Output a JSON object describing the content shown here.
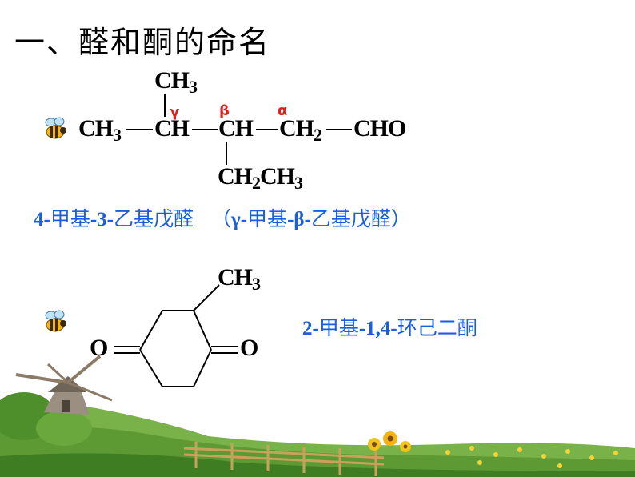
{
  "slide": {
    "title": "一、醛和酮的命名"
  },
  "structure1": {
    "top_group": "CH",
    "top_sub": "3",
    "main_ch3": "CH",
    "main_ch3_sub": "3",
    "ch_1": "CH",
    "ch_2": "CH",
    "ch2": "CH",
    "ch2_sub": "2",
    "cho": "CHO",
    "bottom_ch2": "CH",
    "bottom_ch2_sub": "2",
    "bottom_ch3": "CH",
    "bottom_ch3_sub": "3",
    "gamma": "γ",
    "beta": "β",
    "alpha": "α",
    "name_num1": "4-",
    "name_part1": "甲基",
    "name_num2": "-3-",
    "name_part2": "乙基戊醛",
    "name_paren_open": "（",
    "name_gamma": "γ-",
    "name_part3": "甲基",
    "name_beta": "-β-",
    "name_part4": "乙基戊醛",
    "name_paren_close": "）"
  },
  "structure2": {
    "ch3": "CH",
    "ch3_sub": "3",
    "o_left": "O",
    "o_right": "O",
    "name_num1": "2-",
    "name_part1": "甲基",
    "name_num2": "-1,4-",
    "name_part2": "环己二酮"
  },
  "colors": {
    "name_blue": "#1a5ee0",
    "greek_red": "#e31b1b"
  }
}
